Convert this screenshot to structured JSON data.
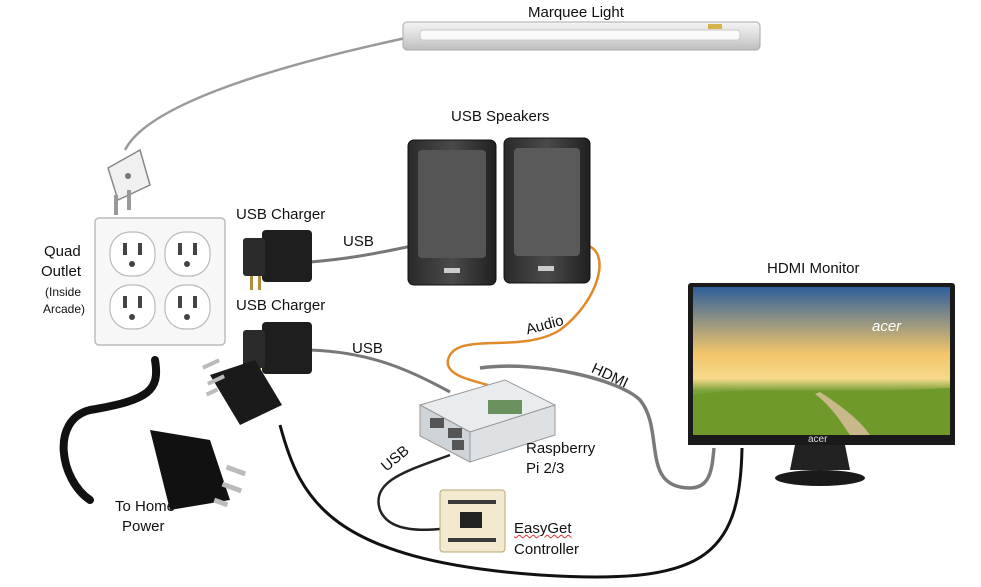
{
  "labels": {
    "marquee_light": "Marquee Light",
    "usb_speakers": "USB Speakers",
    "usb_charger_1": "USB Charger",
    "usb_charger_2": "USB Charger",
    "usb_1": "USB",
    "usb_2": "USB",
    "usb_3": "USB",
    "audio": "Audio",
    "hdmi": "HDMI",
    "hdmi_monitor": "HDMI Monitor",
    "quad": "Quad",
    "outlet": "Outlet",
    "inside": "(Inside",
    "arcade": "Arcade)",
    "to_home": "To Home",
    "power": "Power",
    "raspberry": "Raspberry",
    "pi": "Pi 2/3",
    "easyget": "EasyGet",
    "controller": "Controller",
    "acer_screen": "acer",
    "acer_bezel": "acer"
  },
  "colors": {
    "cable_gray": "#8a8a8a",
    "cable_black": "#111111",
    "audio_orange": "#e08a2a"
  }
}
